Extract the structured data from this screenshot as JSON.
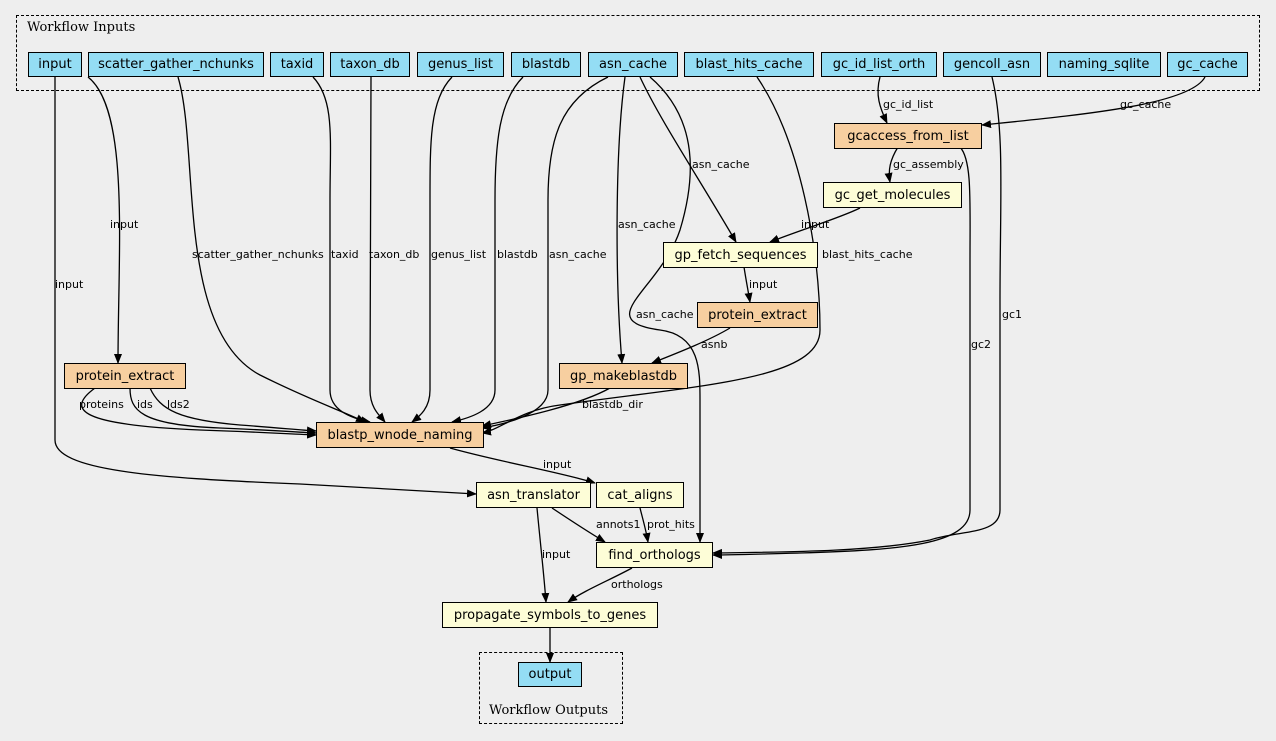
{
  "clusters": {
    "inputs_label": "Workflow Inputs",
    "outputs_label": "Workflow Outputs"
  },
  "inputs": {
    "input": "input",
    "scatter_gather_nchunks": "scatter_gather_nchunks",
    "taxid": "taxid",
    "taxon_db": "taxon_db",
    "genus_list": "genus_list",
    "blastdb": "blastdb",
    "asn_cache": "asn_cache",
    "blast_hits_cache": "blast_hits_cache",
    "gc_id_list_orth": "gc_id_list_orth",
    "gencoll_asn": "gencoll_asn",
    "naming_sqlite": "naming_sqlite",
    "gc_cache": "gc_cache"
  },
  "steps": {
    "gcaccess_from_list": "gcaccess_from_list",
    "gc_get_molecules": "gc_get_molecules",
    "gp_fetch_sequences": "gp_fetch_sequences",
    "protein_extract_1": "protein_extract",
    "protein_extract_2": "protein_extract",
    "gp_makeblastdb": "gp_makeblastdb",
    "blastp_wnode_naming": "blastp_wnode_naming",
    "asn_translator": "asn_translator",
    "cat_aligns": "cat_aligns",
    "find_orthologs": "find_orthologs",
    "propagate_symbols_to_genes": "propagate_symbols_to_genes"
  },
  "outputs": {
    "output": "output"
  },
  "edge_labels": {
    "gc_id_list": "gc_id_list",
    "gc_cache": "gc_cache",
    "gc_assembly": "gc_assembly",
    "asn_cache_fetch": "asn_cache",
    "input_fetch": "input",
    "input_pe2": "input",
    "asnb": "asnb",
    "asn_cache_mkdb": "asn_cache",
    "input_pe1": "input",
    "scatter_gather_nchunks": "scatter_gather_nchunks",
    "taxid": "taxid",
    "taxon_db": "taxon_db",
    "genus_list": "genus_list",
    "blastdb": "blastdb",
    "asn_cache_blastp": "asn_cache",
    "blast_hits_cache": "blast_hits_cache",
    "proteins": "proteins",
    "ids": "ids",
    "lds2": "lds2",
    "blastdb_dir": "blastdb_dir",
    "input_translator": "input",
    "input_cat": "input",
    "asn_cache_orth": "asn_cache",
    "gc1": "gc1",
    "gc2": "gc2",
    "annots1": "annots1",
    "prot_hits": "prot_hits",
    "input_propagate": "input",
    "orthologs": "orthologs"
  }
}
